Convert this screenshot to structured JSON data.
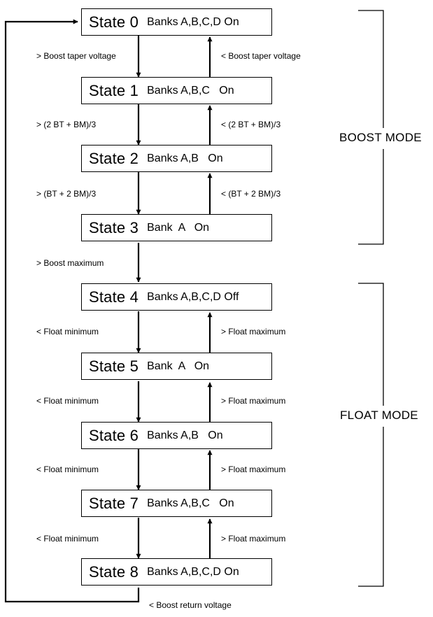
{
  "states": [
    {
      "name": "State 0",
      "desc": "Banks A,B,C,D On"
    },
    {
      "name": "State 1",
      "desc": "Banks A,B,C   On"
    },
    {
      "name": "State 2",
      "desc": "Banks A,B   On"
    },
    {
      "name": "State 3",
      "desc": "Bank  A   On"
    },
    {
      "name": "State 4",
      "desc": "Banks A,B,C,D Off"
    },
    {
      "name": "State 5",
      "desc": "Bank  A   On"
    },
    {
      "name": "State 6",
      "desc": "Banks A,B   On"
    },
    {
      "name": "State 7",
      "desc": "Banks A,B,C   On"
    },
    {
      "name": "State 8",
      "desc": "Banks A,B,C,D On"
    }
  ],
  "transitions": {
    "down": [
      "> Boost taper voltage",
      "> (2 BT + BM)/3",
      "> (BT + 2 BM)/3",
      "> Boost maximum",
      "< Float minimum",
      "< Float minimum",
      "< Float minimum",
      "< Float minimum"
    ],
    "up": [
      "< Boost taper voltage",
      "< (2 BT + BM)/3",
      "< (BT + 2 BM)/3",
      "> Float maximum",
      "> Float maximum",
      "> Float maximum",
      "> Float maximum"
    ],
    "return": "< Boost return voltage"
  },
  "modes": {
    "boost": "BOOST MODE",
    "float": "FLOAT MODE"
  }
}
